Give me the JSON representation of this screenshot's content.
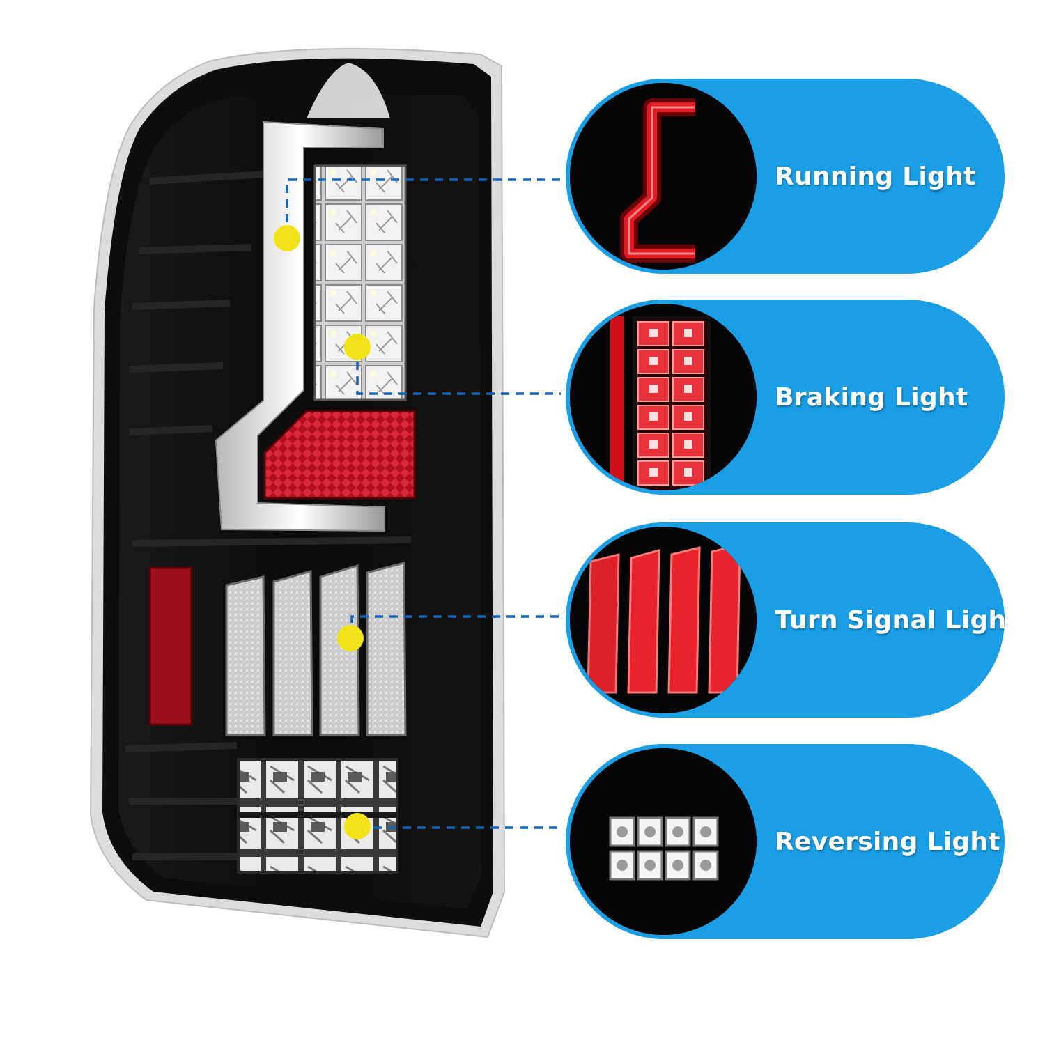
{
  "colors": {
    "pill_bg": "#1a9fe6",
    "connector": "#1565b8",
    "dot": "#f2e21a",
    "housing": "#0a0a0a",
    "lens_red": "#c8101d",
    "led_white": "#e8e8e8"
  },
  "callouts": [
    {
      "id": "running",
      "label": "Running Light",
      "icon": "running-light-tube"
    },
    {
      "id": "braking",
      "label": "Braking Light",
      "icon": "braking-light-grid"
    },
    {
      "id": "turn",
      "label": "Turn Signal Light",
      "icon": "turn-signal-bars"
    },
    {
      "id": "reversing",
      "label": "Reversing Light",
      "icon": "reversing-light-grid"
    }
  ]
}
